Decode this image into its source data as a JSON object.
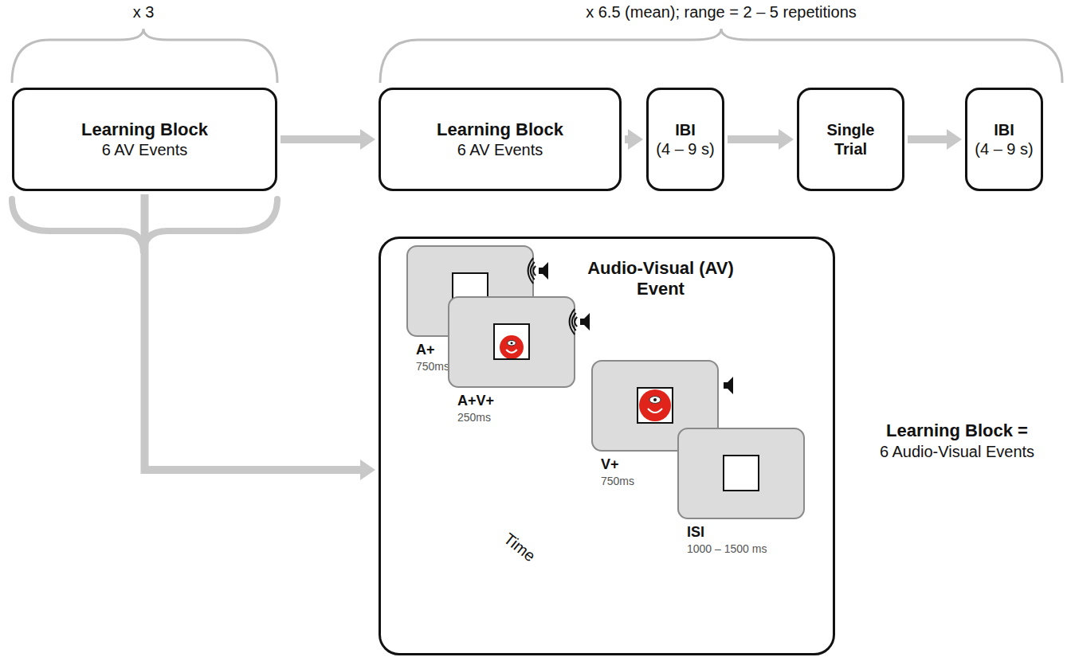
{
  "diagram": {
    "nodes": [
      {
        "text": [
          "Learning Block",
          "6 AV Events"
        ]
      },
      {
        "text": [
          "Learning Block",
          "6 AV Events"
        ]
      },
      {
        "text": [
          "IBI",
          "(4 – 9 s)"
        ]
      },
      {
        "text": [
          "Single Trial"
        ]
      },
      {
        "text": [
          "IBI",
          "(4 – 9 s)"
        ]
      },
      {
        "text": [
          "Audio-Visual (AV) Event"
        ]
      },
      {
        "text": [
          "A+",
          "750ms"
        ],
        "in": 5
      },
      {
        "text": [
          "A+V+",
          "250ms"
        ],
        "in": 5
      },
      {
        "text": [
          "V+",
          "750ms"
        ],
        "in": 5
      },
      {
        "text": [
          "ISI",
          "1000 – 1500 ms"
        ],
        "in": 5
      }
    ],
    "edges": [
      {
        "from": 0,
        "to": 1,
        "arrow": "to"
      },
      {
        "from": 1,
        "to": 2,
        "arrow": "to"
      },
      {
        "from": 2,
        "to": 3,
        "arrow": "to"
      },
      {
        "from": 3,
        "to": 4,
        "arrow": "to"
      },
      {
        "from": 0,
        "to": 5,
        "arrow": "to"
      }
    ],
    "labels": [
      "x 3",
      "x 6.5 (mean); range = 2 – 5 repetitions",
      "Time",
      "Learning Block =",
      "6 Audio-Visual Events"
    ]
  }
}
